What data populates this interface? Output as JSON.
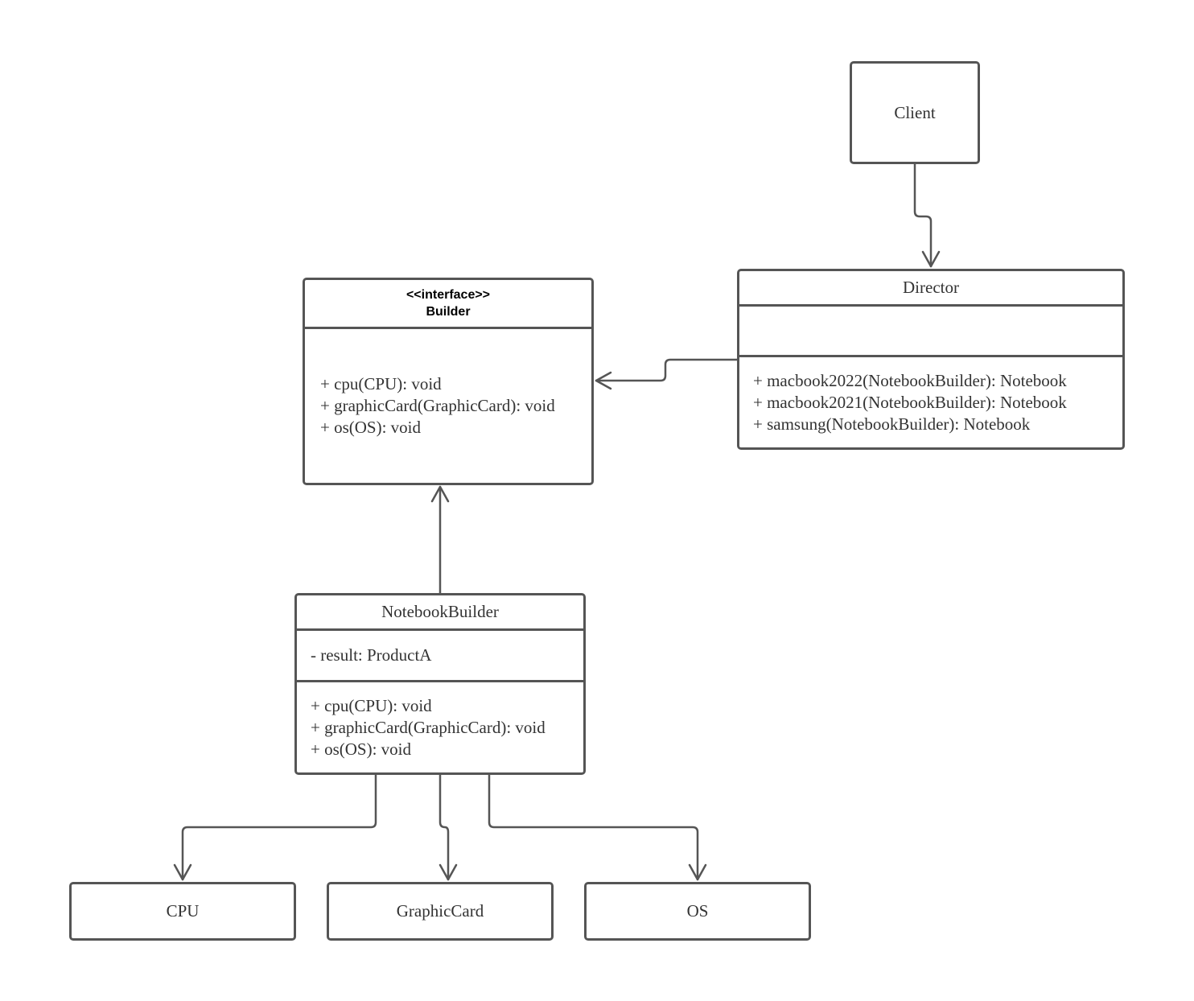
{
  "client": {
    "name": "Client"
  },
  "director": {
    "name": "Director",
    "attributes": [],
    "methods": [
      "+ macbook2022(NotebookBuilder): Notebook",
      "+ macbook2021(NotebookBuilder): Notebook",
      "+ samsung(NotebookBuilder): Notebook"
    ]
  },
  "builder": {
    "stereotype": "<<interface>>",
    "name": "Builder",
    "methods": [
      "+ cpu(CPU): void",
      "+ graphicCard(GraphicCard): void",
      "+ os(OS): void"
    ]
  },
  "notebook_builder": {
    "name": "NotebookBuilder",
    "attributes": [
      "- result: ProductA"
    ],
    "methods": [
      "+ cpu(CPU): void",
      "+ graphicCard(GraphicCard): void",
      "+ os(OS): void"
    ]
  },
  "cpu": {
    "name": "CPU"
  },
  "graphic_card": {
    "name": "GraphicCard"
  },
  "os": {
    "name": "OS"
  },
  "colors": {
    "stroke": "#555555",
    "text": "#333333",
    "background": "#ffffff"
  }
}
